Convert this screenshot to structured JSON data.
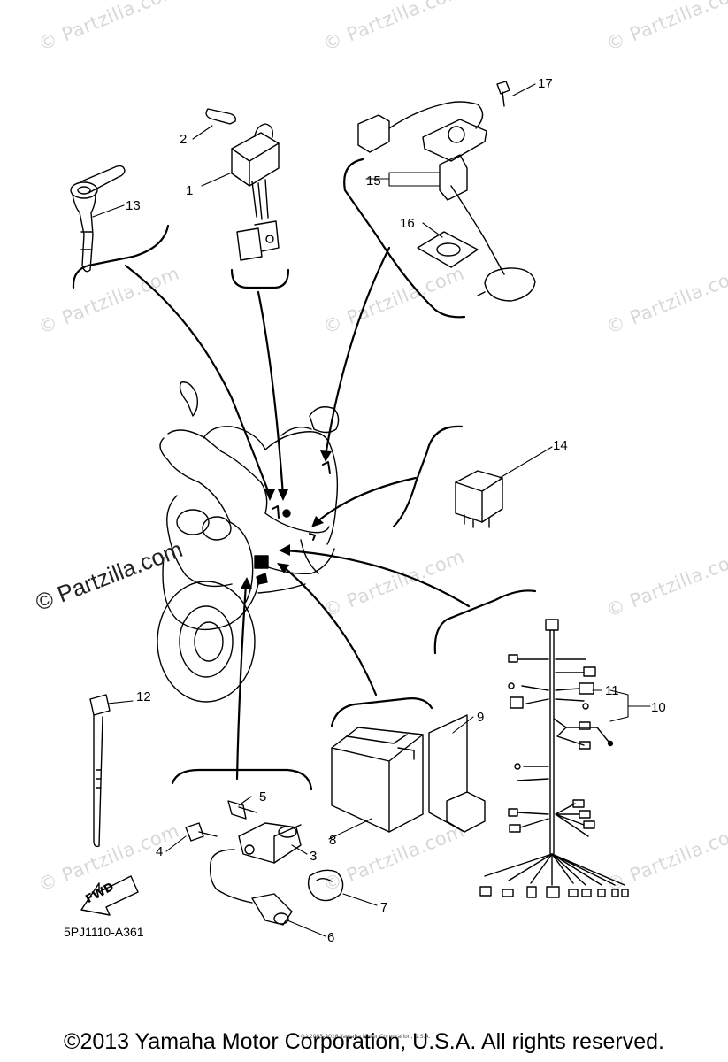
{
  "watermark": "© Partzilla.com",
  "watermark_large": "© Partzilla.com",
  "callouts": {
    "c1": "1",
    "c2": "2",
    "c3": "3",
    "c4": "4",
    "c5": "5",
    "c6": "6",
    "c7": "7",
    "c8": "8",
    "c9": "9",
    "c10": "10",
    "c11": "11",
    "c12": "12",
    "c13": "13",
    "c14": "14",
    "c15": "15",
    "c16": "16",
    "c17": "17"
  },
  "fwd_label": "FWD",
  "diagram_code": "5PJ1110-A361",
  "copyright": "©2013 Yamaha Motor Corporation, U.S.A. All rights reserved.",
  "fine_print": "(c) 2005-2016 Yamaha Motor Corporation, U.S.A."
}
